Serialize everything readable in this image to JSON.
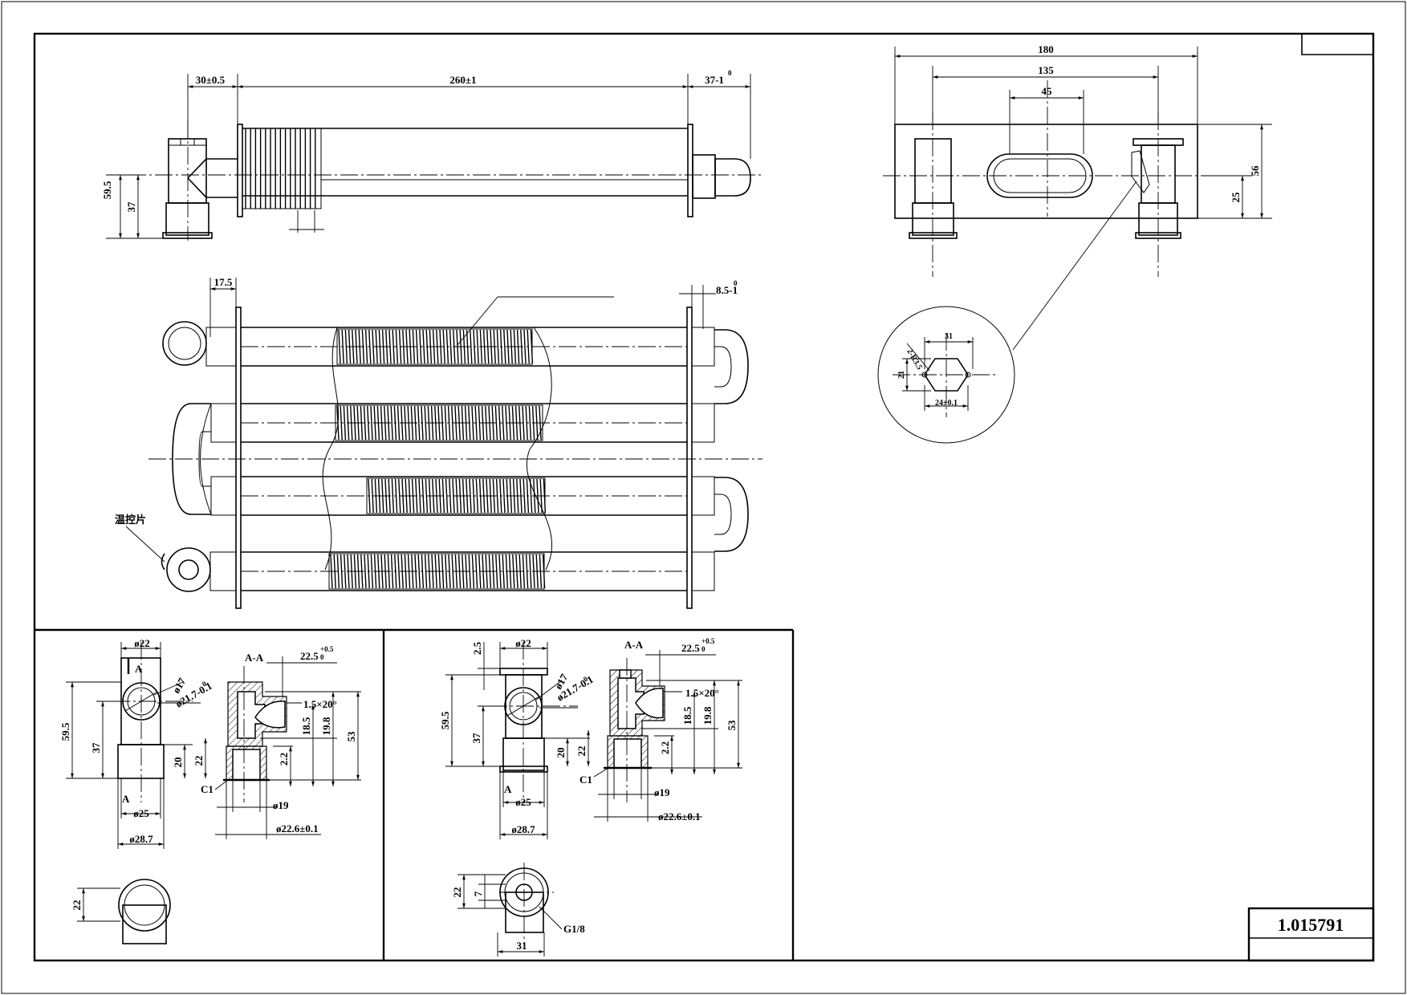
{
  "title_block": {
    "part_number": "1.015791"
  },
  "side_view": {
    "dim_left": "30±0.5",
    "dim_length": "260±1",
    "dim_right": "37-1",
    "dim_right_tol": "0",
    "dim_height": "59.5",
    "dim_lower": "37"
  },
  "plan_view": {
    "dim_17_5": "17.5",
    "dim_8_5": "8.5-1",
    "dim_8_5_tol": "0",
    "sensor_label": "温控片"
  },
  "end_view": {
    "dim_180": "180",
    "dim_135": "135",
    "dim_45": "45",
    "dim_56": "56",
    "dim_25": "25"
  },
  "detail_flange": {
    "dim_31": "31",
    "dim_21": "21",
    "dim_radius": "2-R3.5",
    "dim_24": "24±0.1"
  },
  "section_left": {
    "d22": "ø22",
    "section_mark": "A",
    "d17": "ø17",
    "d21_7": "ø21.7-0.1",
    "d21_7_tol": "0",
    "h59_5": "59.5",
    "h37": "37",
    "h20": "20",
    "h22": "22",
    "d25": "ø25",
    "d28_7": "ø28.7",
    "aa_label": "A-A",
    "d22_5": "22.5",
    "d22_5_tol": "+0.5",
    "d22_5_tol_low": "0",
    "chamfer_15": "1.5×20°",
    "h18_5": "18.5",
    "h19_8": "19.8",
    "h53": "53",
    "h2_2": "2.2",
    "chamfer_c1": "C1",
    "d19": "ø19",
    "d22_6": "ø22.6±0.1",
    "bottom_22": "22"
  },
  "section_right": {
    "d22": "ø22",
    "h2_5": "2.5",
    "d17": "ø17",
    "d21_7": "ø21.7-0.1",
    "d21_7_tol": "0",
    "h59_5": "59.5",
    "h37": "37",
    "h20": "20",
    "h22": "22",
    "section_mark": "A",
    "d25": "ø25",
    "d28_7": "ø28.7",
    "aa_label": "A-A",
    "d22_5": "22.5",
    "d22_5_tol": "+0.5",
    "d22_5_tol_low": "0",
    "chamfer_15": "1.5×20°",
    "h18_5": "18.5",
    "h19_8": "19.8",
    "h53": "53",
    "h2_2": "2.2",
    "chamfer_c1": "C1",
    "d19": "ø19",
    "d22_6": "ø22.6±0.1",
    "bottom_22": "22",
    "bottom_7": "7",
    "bottom_31": "31",
    "thread": "G1/8"
  }
}
